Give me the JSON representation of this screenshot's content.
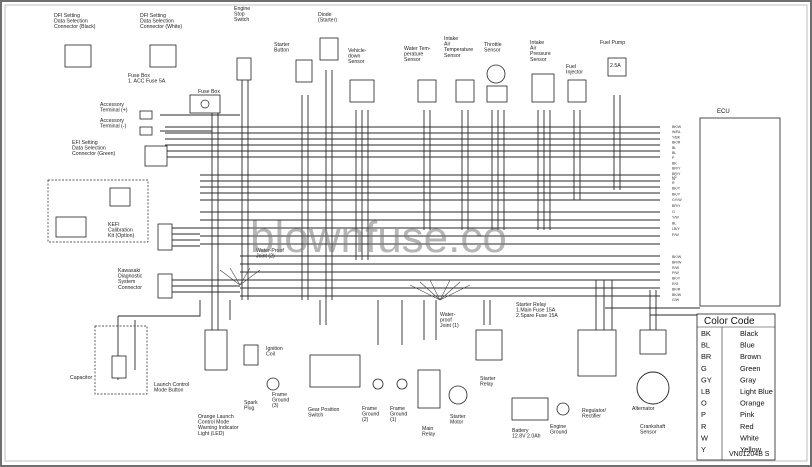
{
  "watermark": "blownfuse.co",
  "ecu_label": "ECU",
  "figure_ref": "VN01204B S",
  "components": {
    "dfi_setting_blank": [
      "DFI Setting",
      "Data Selection",
      "Connector (Black)"
    ],
    "dfi_setting_white": [
      "DFI Setting",
      "Data Selection",
      "Connector (White)"
    ],
    "fuse_box_label": [
      "Fuse Box",
      "1. ACC Fuse 5A"
    ],
    "fuse_box_small": "Fuse Box",
    "engine_stop": [
      "Engine",
      "Stop",
      "Switch"
    ],
    "diode": [
      "Diode",
      "(Starter)"
    ],
    "starter_button": [
      "Starter",
      "Button"
    ],
    "vehicle_down": [
      "Vehicle-",
      "down",
      "Sensor"
    ],
    "water_temp": [
      "Water Tem-",
      "perature",
      "Sensor"
    ],
    "intake_air_temp": [
      "Intake",
      "Air",
      "Temperature",
      "Sensor"
    ],
    "throttle_sensor": [
      "Throttle",
      "Sensor"
    ],
    "intake_air_pressure": [
      "Intake",
      "Air",
      "Pressure",
      "Sensor"
    ],
    "fuel_injector": [
      "Fuel",
      "Injector"
    ],
    "fuel_pump": "Fuel Pump",
    "fuel_pump_fuse": "2.5A",
    "accessory_terminal_plus": [
      "Accessory",
      "Terminal (+)"
    ],
    "accessory_terminal_minus": [
      "Accessory",
      "Terminal (-)"
    ],
    "efi_setting_green": [
      "EFI Setting",
      "Data Selection",
      "Connector (Green)"
    ],
    "kefi_calibration": [
      "KEFI",
      "Calibration",
      "Kit (Option)"
    ],
    "water_proof_joint_2": [
      "Water-Proof",
      "Joint (2)"
    ],
    "kawasaki_diagnostic": [
      "Kawasaki",
      "Diagnostic",
      "System",
      "Connector"
    ],
    "capacitor": "Capacitor",
    "launch_control": [
      "Launch Control",
      "Mode Button"
    ],
    "ignition_coil": [
      "Ignition",
      "Coil"
    ],
    "spark_plug": [
      "Spark",
      "Plug"
    ],
    "frame_ground_3": [
      "Frame",
      "Ground",
      "(3)"
    ],
    "orange_launch": [
      "Orange Launch",
      "Control Mode",
      "Warning Indicator",
      "Light (LED)"
    ],
    "gear_position": [
      "Gear Position",
      "Switch"
    ],
    "frame_ground_2": [
      "Frame",
      "Ground",
      "(2)"
    ],
    "frame_ground_1": [
      "Frame",
      "Ground",
      "(1)"
    ],
    "water_proof_joint_1": [
      "Water-",
      "proof",
      "Joint (1)"
    ],
    "starter_relay_fuses": [
      "Starter Relay",
      "1.Main Fuse 15A",
      "2.Spare Fuse 15A"
    ],
    "main_relay": [
      "Main",
      "Relay"
    ],
    "starter_motor": [
      "Starter",
      "Motor"
    ],
    "starter_relay": [
      "Starter",
      "Relay"
    ],
    "battery": [
      "Battery",
      "12.8V 2.0Ah"
    ],
    "engine_ground": [
      "Engine",
      "Ground"
    ],
    "regulator_rectifier": [
      "Regulator/",
      "Rectifier"
    ],
    "alternator": "Alternator",
    "crankshaft_sensor": [
      "Crankshaft",
      "Sensor"
    ]
  },
  "ecu_pins_top": [
    "BK/W",
    "W/BL",
    "Y/BK",
    "BK/R",
    "BL",
    "BL",
    "P",
    "BK",
    "BR/Y",
    "BR/Y",
    "W"
  ],
  "ecu_pins_mid": [
    "LG",
    "R",
    "BK/Y",
    "BK/Y",
    "GY/W",
    "BR/Y",
    "G",
    "Y/W",
    "BL",
    "LB/Y",
    "P/W"
  ],
  "ecu_pins_low": [
    "BK/W",
    "BR/W",
    "R/W",
    "P/W",
    "BK/Y",
    "R/G",
    "BK/R",
    "BK/W",
    "G/W"
  ],
  "color_code": {
    "title": "Color Code",
    "rows": [
      {
        "code": "BK",
        "name": "Black"
      },
      {
        "code": "BL",
        "name": "Blue"
      },
      {
        "code": "BR",
        "name": "Brown"
      },
      {
        "code": "G",
        "name": "Green"
      },
      {
        "code": "GY",
        "name": "Gray"
      },
      {
        "code": "LB",
        "name": "Light Blue"
      },
      {
        "code": "O",
        "name": "Orange"
      },
      {
        "code": "P",
        "name": "Pink"
      },
      {
        "code": "R",
        "name": "Red"
      },
      {
        "code": "W",
        "name": "White"
      },
      {
        "code": "Y",
        "name": "Yellow"
      }
    ]
  },
  "colors": {
    "frame_border": "#6f6f6f",
    "line": "#2a2a2a",
    "bg": "#ffffff"
  }
}
